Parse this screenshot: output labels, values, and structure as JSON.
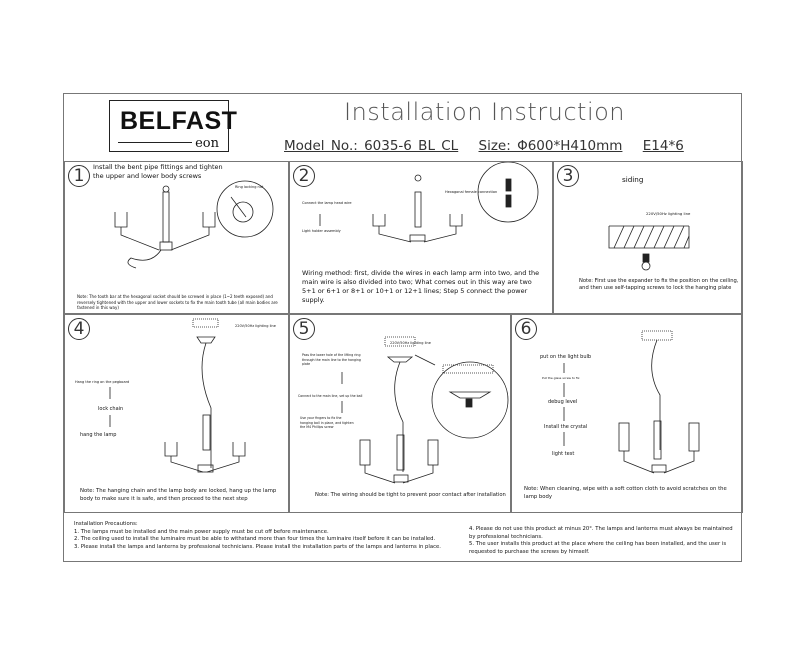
{
  "header": {
    "brand": "BELFAST",
    "brand_sub": "eon",
    "title": "Installation Instruction",
    "model": "Model No.: 6035-6 BL CL",
    "size": "Size: Φ600*H410mm",
    "bulb": "E14*6"
  },
  "steps": [
    {
      "number": "1",
      "instruction": "Install the bent pipe fittings and tighten the upper and lower body screws",
      "detail_label": "Ring locking nut",
      "note": "Note: The tooth bar at the hexagonal socket should be screwed in place (1~2 teeth exposed) and reversely tightened with the upper and lower sockets to fix the main tooth tube (all main bodies are fastened in this way)"
    },
    {
      "number": "2",
      "labels": [
        "Connect the lamp head wire",
        "Light holder assembly",
        "Hexagonal female connection"
      ],
      "note": "Wiring method: first, divide the wires in each lamp arm into two, and the main wire is also divided into two; What comes out in this way are two 5+1 or 6+1 or 8+1 or 10+1 or 12+1 lines; Step 5 connect the power supply."
    },
    {
      "number": "3",
      "heading": "siding",
      "label": "220V/50Hz lighting line",
      "note": "Note: First use the expander to fix the position on the ceiling, and then use self-tapping screws to lock the hanging plate"
    },
    {
      "number": "4",
      "label": "220V/50Hz lighting line",
      "flow": [
        "Hang the ring on the pegboard",
        "lock chain",
        "hang the lamp"
      ],
      "note": "Note: The hanging chain and the lamp body are locked, hang up the lamp body to make sure it is safe, and then proceed to the next step"
    },
    {
      "number": "5",
      "label": "220V/50Hz lighting line",
      "flow": [
        "Pass the lower hole of the lifting ring through the main line to the hanging plate",
        "Connect to the main line, set up the ball",
        "Use your fingers to fix the hanging ball in place, and tighten the M4 Phillips screw"
      ],
      "note": "Note: The wiring should be tight to prevent poor contact after installation"
    },
    {
      "number": "6",
      "flow": [
        "put on the light bulb",
        "Put the glass screw to fix",
        "debug level",
        "Install the crystal",
        "light test"
      ],
      "note": "Note: When cleaning, wipe with a soft cotton cloth to avoid scratches on the lamp body"
    }
  ],
  "precautions": {
    "title": "Installation Precautions:",
    "items": [
      "1. The lamps must be installed and the main power supply must be cut off before maintenance.",
      "2. The ceiling used to install the luminaire must be able to withstand more than four times the luminaire itself before it can be installed.",
      "3. Please install the lamps and lanterns by professional technicians. Please install the installation parts of the lamps and lanterns in place.",
      "4. Please do not use this product at minus 20°. The lamps and lanterns must always be maintained by professional technicians.",
      "5. The user installs this product at the place where the ceiling has been installed, and the user is requested to purchase the screws by himself."
    ]
  }
}
